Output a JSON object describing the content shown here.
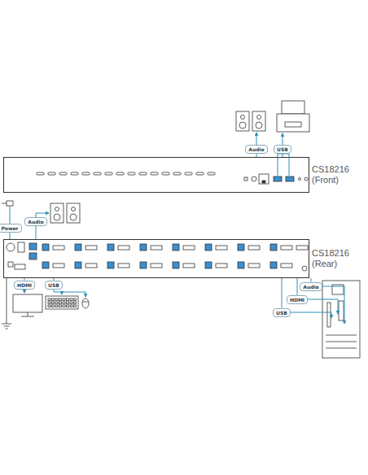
{
  "diagram": {
    "nodes": [
      {
        "text": [
          "CS18216 (Front)"
        ]
      },
      {
        "text": [
          "Audio"
        ]
      },
      {
        "text": [
          "USB"
        ]
      },
      {
        "text": [
          "CS18216 (Rear)"
        ]
      },
      {
        "text": [
          "Power"
        ]
      },
      {
        "text": [
          "Audio"
        ]
      },
      {
        "text": [
          "HDMI"
        ]
      },
      {
        "text": [
          "USB"
        ]
      },
      {
        "text": [
          "Audio"
        ]
      },
      {
        "text": [
          "HDMI"
        ]
      },
      {
        "text": [
          "USB"
        ]
      }
    ],
    "edges": [
      {
        "from": 0,
        "to": 1,
        "arrow": "none"
      },
      {
        "from": 0,
        "to": 2,
        "arrow": "none"
      },
      {
        "from": 3,
        "to": 4,
        "arrow": "none"
      },
      {
        "from": 3,
        "to": 5,
        "arrow": "none"
      },
      {
        "from": 3,
        "to": 6,
        "arrow": "none"
      },
      {
        "from": 3,
        "to": 7,
        "arrow": "none"
      },
      {
        "from": 3,
        "to": 8,
        "arrow": "none"
      },
      {
        "from": 3,
        "to": 9,
        "arrow": "none"
      },
      {
        "from": 3,
        "to": 10,
        "arrow": "none"
      }
    ]
  }
}
